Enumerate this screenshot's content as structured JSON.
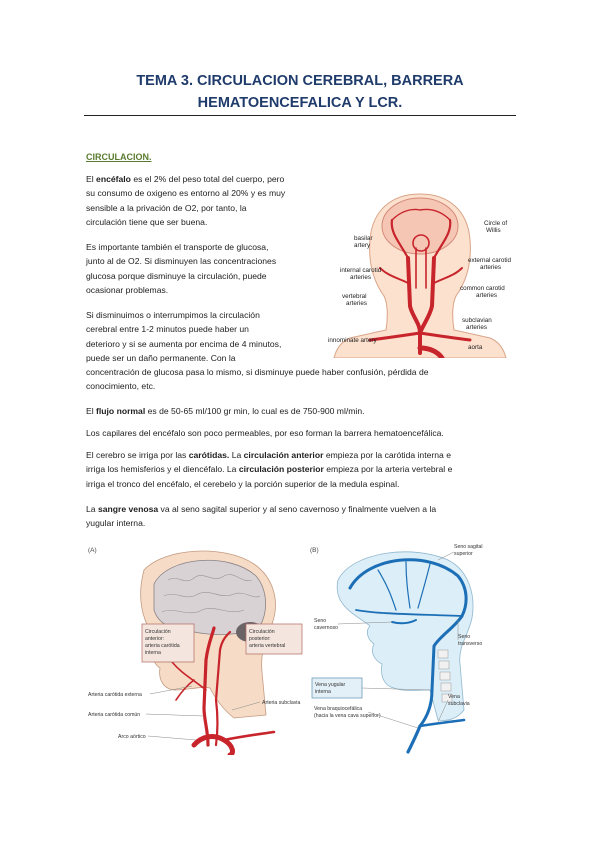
{
  "title": {
    "line1": "TEMA 3. CIRCULACION CEREBRAL, BARRERA",
    "line2": "HEMATOENCEFALICA Y LCR."
  },
  "section": "CIRCULACION.",
  "para1": {
    "b1": "encéfalo",
    "l1a": "El",
    "l1b": "es el 2% del peso total del cuerpo, pero",
    "l2": "su consumo de oxigeno es entorno al 20% y es muy",
    "l3": "sensible a la privación de O2, por tanto, la",
    "l4": "circulación tiene que ser buena."
  },
  "para2": {
    "l1": "Es importante también el transporte de glucosa,",
    "l2": "junto al de O2. Si disminuyen las concentraciones",
    "l3": "glucosa porque disminuye la circulación, puede",
    "l4": "ocasionar problemas."
  },
  "para3": {
    "l1": "Si disminuimos o interrumpimos la circulación",
    "l2": "cerebral entre 1-2 minutos puede haber un",
    "l3": "deterioro y si se aumenta por encima de 4 minutos,",
    "l4": "puede ser un daño permanente. Con la",
    "l5": "concentración de glucosa pasa lo mismo, si disminuye puede haber confusión, pérdida de",
    "l6": "conocimiento, etc."
  },
  "para4": {
    "a": "El",
    "b": "flujo normal",
    "c": "es de 50-65 ml/100 gr min, lo cual es de 750-900 ml/min."
  },
  "para5": "Los capilares del encéfalo son poco permeables, por eso forman la barrera hematoencefálica.",
  "para6": {
    "a": "El cerebro se irriga por las",
    "b": "carótidas.",
    "c": "La",
    "d": "circulación anterior",
    "e": "empieza por la carótida interna e",
    "l2a": "irriga los hemisferios y el diencéfalo. La",
    "l2b": "circulación posterior",
    "l2c": "empieza por la arteria vertebral e",
    "l3": "irriga el tronco del encéfalo, el cerebelo y la porción superior de la medula espinal."
  },
  "para7": {
    "a": "La",
    "b": "sangre venosa",
    "c": "va al seno sagital superior y al seno cavernoso y finalmente vuelven a la",
    "l2": "yugular interna."
  },
  "fig1": {
    "labels": {
      "basilar": "basilar",
      "artery": "artery",
      "circle1": "Circle of",
      "circle2": "Willis",
      "ext1": "external carotid",
      "ext2": "arteries",
      "int1": "internal carotid",
      "int2": "arteries",
      "common1": "common carotid",
      "common2": "arteries",
      "vert1": "vertebral",
      "vert2": "arteries",
      "sub1": "subclavian",
      "sub2": "arteries",
      "innominate": "innominate artery",
      "aorta": "aorta"
    }
  },
  "fig2": {
    "panel": "(A)",
    "box_left": [
      "Circulación",
      "anterior:",
      "arteria carótida",
      "interna"
    ],
    "box_right": [
      "Circulación",
      "posterior:",
      "arteria vertebral"
    ],
    "ext": "Arteria carótida externa",
    "common": "Arteria carótida común",
    "subclavia": "Arteria subclavia",
    "arco": "Arco aórtico"
  },
  "fig3": {
    "panel": "(B)",
    "sagital": [
      "Seno sagital",
      "superior"
    ],
    "cavernoso": [
      "Seno",
      "cavernoso"
    ],
    "transverso": [
      "Seno",
      "transverso"
    ],
    "yugular": [
      "Vena yugular",
      "interna"
    ],
    "subclavia": [
      "Vena",
      "subclavia"
    ],
    "braquio": [
      "Vena braquiocefálica",
      "(hacia la vena cava superior)"
    ]
  }
}
